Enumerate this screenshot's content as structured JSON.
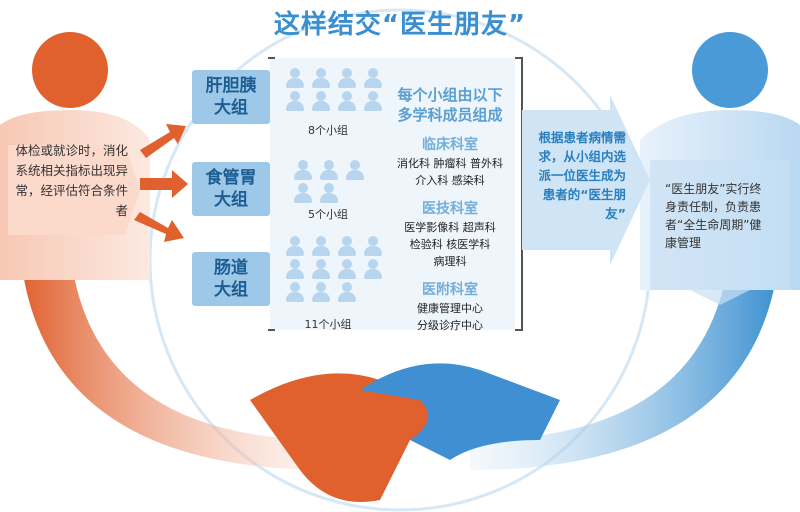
{
  "title": "这样结交“医生朋友”",
  "patient_criteria": "体检或就诊时，消化系统相关指标出现异常，经评估符合条件者",
  "groups": [
    {
      "name": "肝胆胰大组",
      "line1": "肝胆胰",
      "line2": "大组",
      "count_label": "8个小组",
      "count": 8
    },
    {
      "name": "食管胃大组",
      "line1": "食管胃",
      "line2": "大组",
      "count_label": "5个小组",
      "count": 5
    },
    {
      "name": "肠道大组",
      "line1": "肠道",
      "line2": "大组",
      "count_label": "11个小组",
      "count": 11
    }
  ],
  "panel": {
    "heading_line1": "每个小组由以下",
    "heading_line2": "多学科成员组成",
    "sections": [
      {
        "title": "临床科室",
        "lines": [
          "消化科  肿瘤科  普外科",
          "介入科  感染科"
        ]
      },
      {
        "title": "医技科室",
        "lines": [
          "医学影像科  超声科",
          "检验科  核医学科",
          "病理科"
        ]
      },
      {
        "title": "医附科室",
        "lines": [
          "健康管理中心",
          "分级诊疗中心"
        ]
      }
    ]
  },
  "selection_text": "根据患者病情需求，从小组内选派一位医生成为患者的“医生朋友”",
  "result_text": "“医生朋友”实行终身责任制，负责患者“全生命周期”健康管理",
  "colors": {
    "orange": "#e0602e",
    "blue": "#3a8fd0",
    "light_blue": "#9ec8e8"
  }
}
